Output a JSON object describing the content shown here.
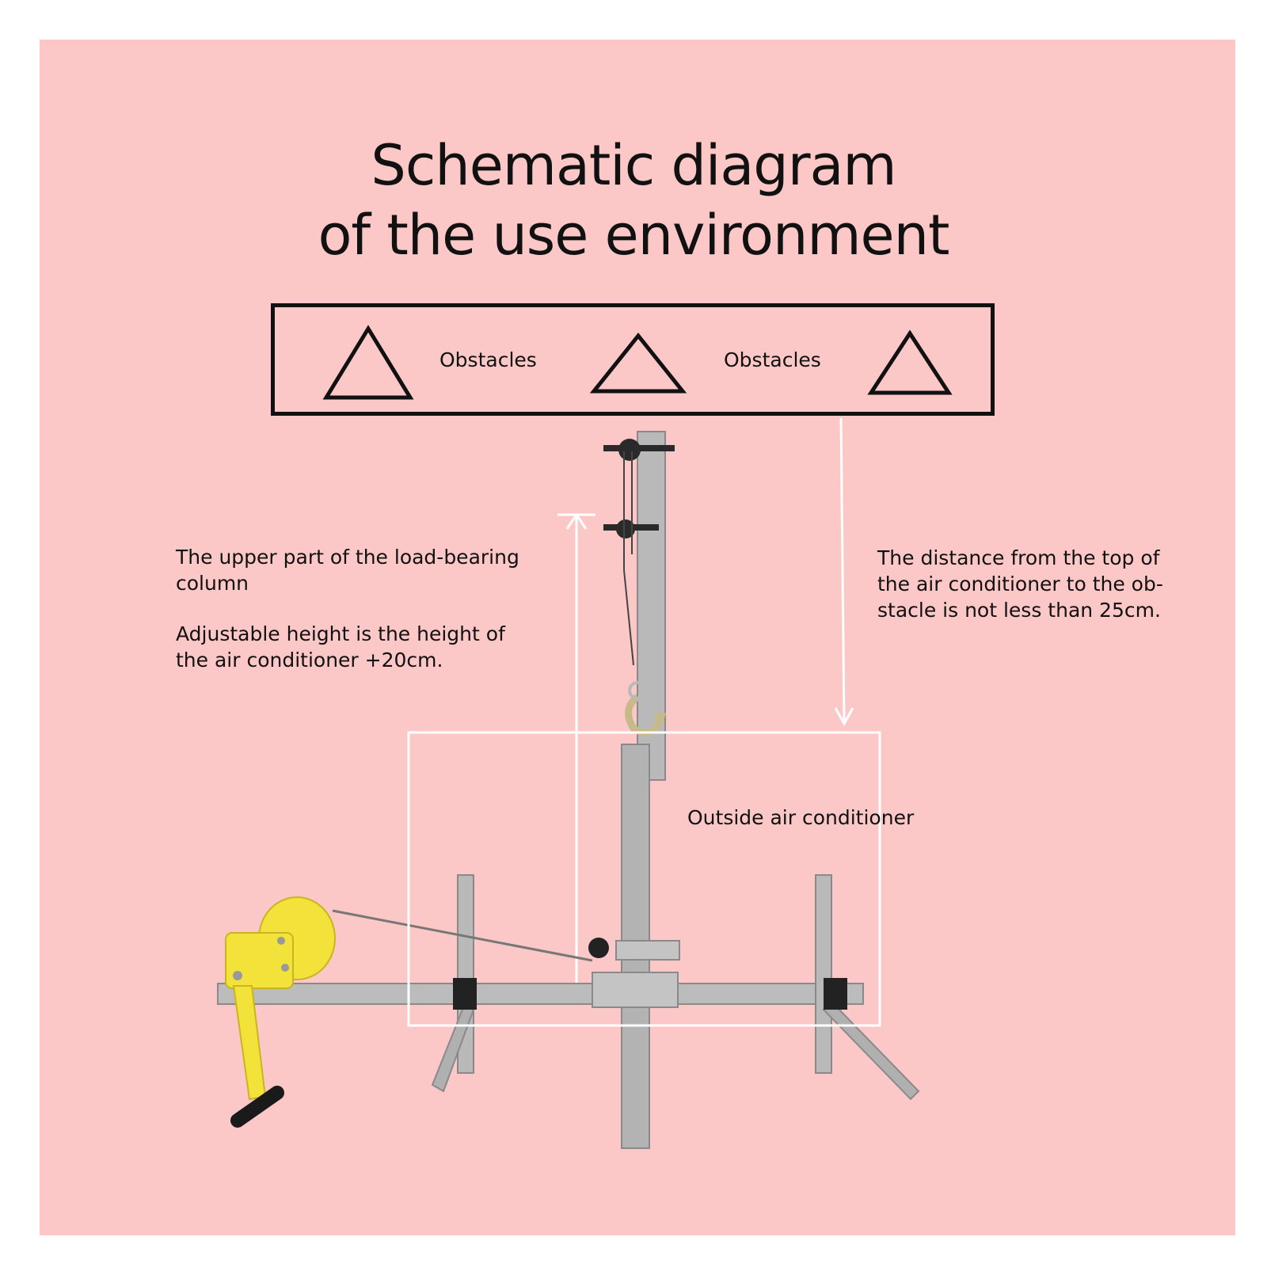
{
  "title": {
    "line1": "Schematic diagram",
    "line2": "of the use environment"
  },
  "obstacles": {
    "label_left": "Obstacles",
    "label_right": "Obstacles"
  },
  "notes": {
    "column_heading_line1": "The upper part of the load-bearing",
    "column_heading_line2": "column",
    "height_line1": "Adjustable height is the height of",
    "height_line2": "the air conditioner +20cm.",
    "distance_line1": "The distance from the top of",
    "distance_line2": "the air conditioner to the ob-",
    "distance_line3": "stacle is not less than 25cm."
  },
  "air_conditioner_label": "Outside air conditioner",
  "colors": {
    "background": "#fbc8c7",
    "steel": "#b9b9b9",
    "winch": "#f3e23a",
    "ink": "#111111"
  }
}
